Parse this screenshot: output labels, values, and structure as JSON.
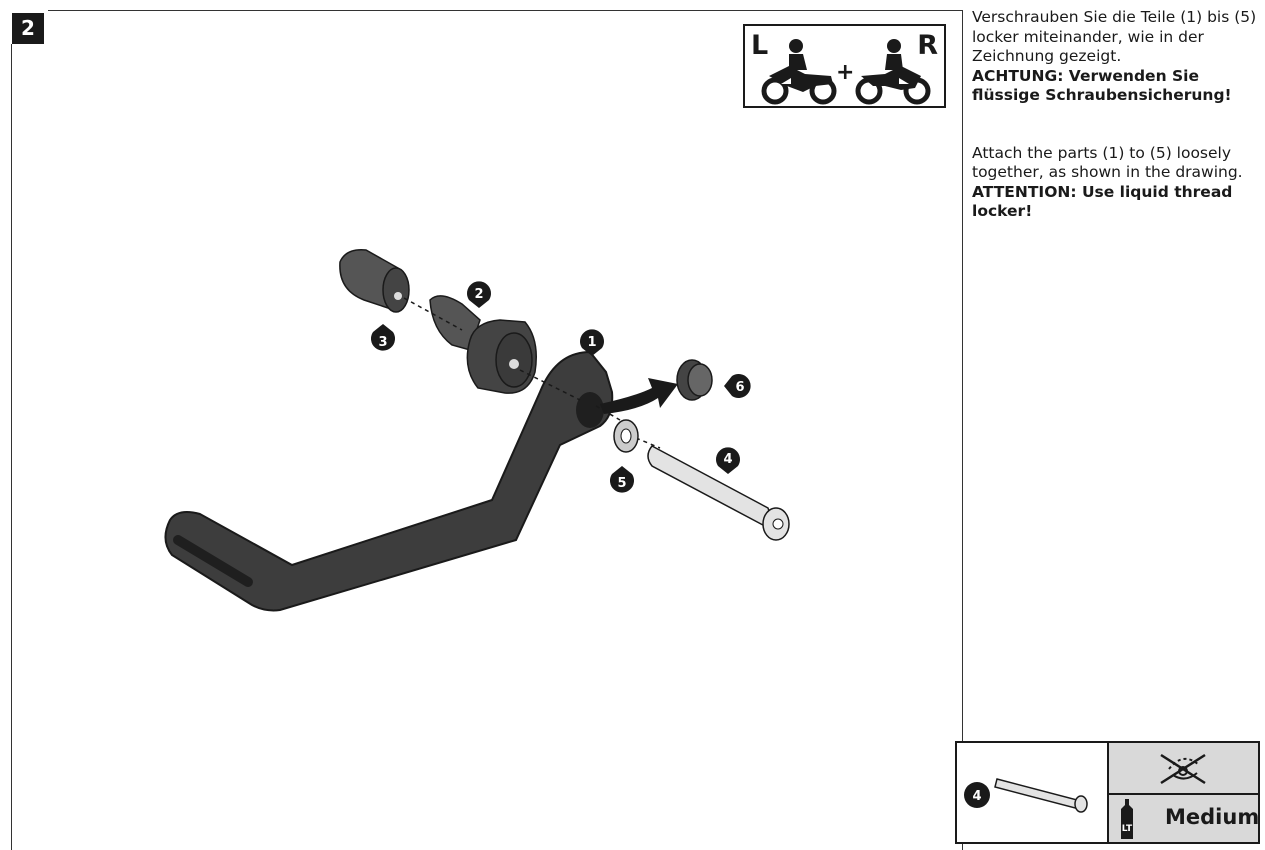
{
  "step": {
    "number": "2"
  },
  "side_indicator": {
    "left_letter": "L",
    "plus": "+",
    "right_letter": "R"
  },
  "instructions": {
    "de_text": "Verschrauben Sie die Teile (1) bis (5) locker miteinander, wie in der Zeichnung gezeigt.",
    "de_warning": "ACHTUNG: Verwenden Sie flüssige Schraubensicherung!",
    "en_text": "Attach the parts (1) to (5) loosely together, as shown in the drawing.",
    "en_warning": "ATTENTION: Use liquid thread locker!"
  },
  "callouts": {
    "c1": "1",
    "c2": "2",
    "c3": "3",
    "c4": "4",
    "c5": "5",
    "c6": "6"
  },
  "info_box": {
    "part_callout": "4",
    "lt_label": "LT",
    "strength": "Medium"
  }
}
